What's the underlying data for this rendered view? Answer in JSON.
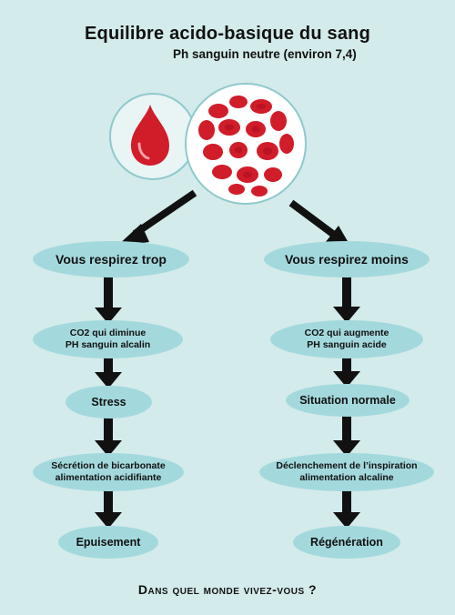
{
  "title": "Equilibre acido-basique du sang",
  "subtitle": "Ph sanguin neutre (environ 7,4)",
  "left_branch": {
    "step1": "Vous respirez trop",
    "step2_line1": "CO2 qui diminue",
    "step2_line2": "PH sanguin alcalin",
    "step3": "Stress",
    "step4_line1": "Sécrétion de bicarbonate",
    "step4_line2": "alimentation acidifiante",
    "step5": "Epuisement"
  },
  "right_branch": {
    "step1": "Vous respirez moins",
    "step2_line1": "CO2 qui augmente",
    "step2_line2": "PH sanguin acide",
    "step3": "Situation normale",
    "step4_line1": "Déclenchement de l’inspiration",
    "step4_line2": "alimentation alcaline",
    "step5": "Régénération"
  },
  "question": "Dans quel monde vivez-vous ?",
  "icons": {
    "drop": "blood-drop-icon",
    "cells": "red-blood-cells-icon"
  },
  "colors": {
    "background": "#d3ebea",
    "oval": "#a3d9dd",
    "blood": "#d11c2a",
    "arrow": "#111111"
  }
}
